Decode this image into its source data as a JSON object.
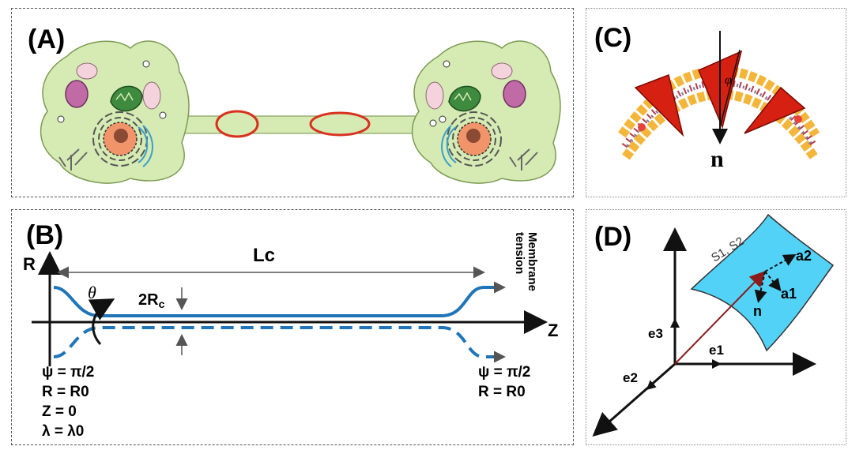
{
  "panels": {
    "a": {
      "label": "(A)"
    },
    "b": {
      "label": "(B)",
      "axis_r": "R",
      "axis_z": "Z",
      "length_label": "Lc",
      "radius_label": "2R",
      "radius_sub": "c",
      "angle_label": "θ",
      "tension_line1": "Membrane",
      "tension_line2": "tension",
      "left_bc": [
        "ψ = π/2",
        "R = R0",
        "Z = 0",
        "λ = λ0"
      ],
      "right_bc": [
        "ψ = π/2",
        "R = R0"
      ]
    },
    "c": {
      "label": "(C)",
      "normal_label": "n",
      "angle_label": "φ"
    },
    "d": {
      "label": "(D)",
      "surface_label": "S1, S2",
      "e1": "e1",
      "e2": "e2",
      "e3": "e3",
      "a1": "a1",
      "a2": "a2",
      "n": "n"
    }
  },
  "colors": {
    "cell_fill": "#d6ebb4",
    "tube_red": "#d8321e",
    "membrane_blue": "#1f75b8",
    "surface_cyan": "#53d2f7",
    "position_vector": "#8a1c1c"
  }
}
